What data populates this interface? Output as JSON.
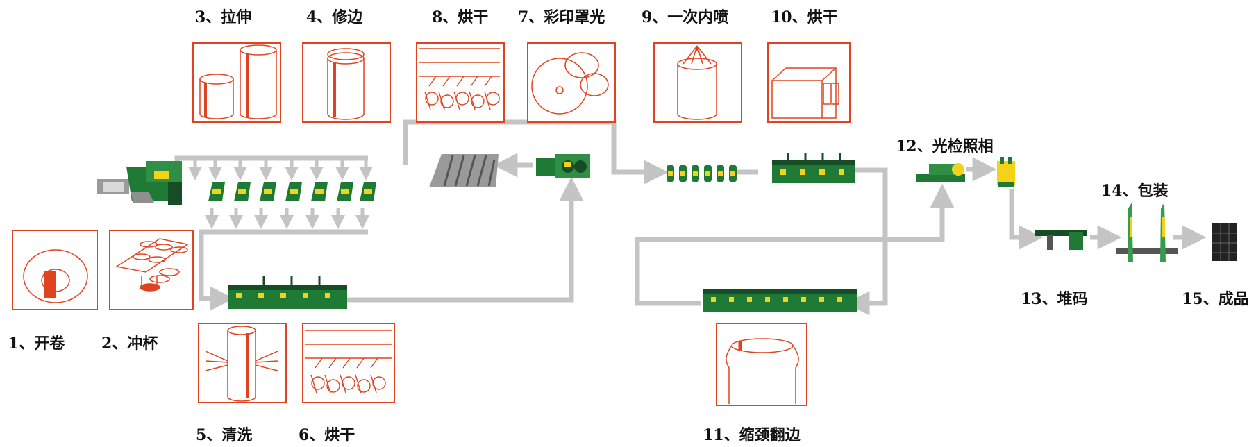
{
  "colors": {
    "frame": "#e0431f",
    "frame_fill": "#ffffff",
    "line": "#c4c4c4",
    "machine_green": "#1f7a35",
    "machine_dark": "#174d25",
    "machine_yellow": "#f2d31a",
    "machine_gray": "#8f8f8f"
  },
  "steps": [
    {
      "id": "s1",
      "label": "1、开卷"
    },
    {
      "id": "s2",
      "label": "2、冲杯"
    },
    {
      "id": "s3",
      "label": "3、拉伸"
    },
    {
      "id": "s4",
      "label": "4、修边"
    },
    {
      "id": "s5",
      "label": "5、清洗"
    },
    {
      "id": "s6",
      "label": "6、烘干"
    },
    {
      "id": "s7",
      "label": "7、彩印罩光"
    },
    {
      "id": "s8",
      "label": "8、烘干"
    },
    {
      "id": "s9",
      "label": "9、一次内喷"
    },
    {
      "id": "s10",
      "label": "10、烘干"
    },
    {
      "id": "s11",
      "label": "11、缩颈翻边"
    },
    {
      "id": "s12",
      "label": "12、光检照相"
    },
    {
      "id": "s13",
      "label": "13、堆码"
    },
    {
      "id": "s14",
      "label": "14、包装"
    },
    {
      "id": "s15",
      "label": "15、成品"
    }
  ],
  "icons": {
    "s1": "coil-illustration-icon",
    "s2": "cupping-blanks-icon",
    "s3": "drawn-cans-icon",
    "s4": "trimmed-can-icon",
    "s5": "washing-can-icon",
    "s6": "drying-oven-icon",
    "s7": "printing-rollers-icon",
    "s8": "drying-oven-icon",
    "s9": "inner-spray-can-icon",
    "s10": "drying-cabinet-icon",
    "s11": "necked-can-icon"
  }
}
